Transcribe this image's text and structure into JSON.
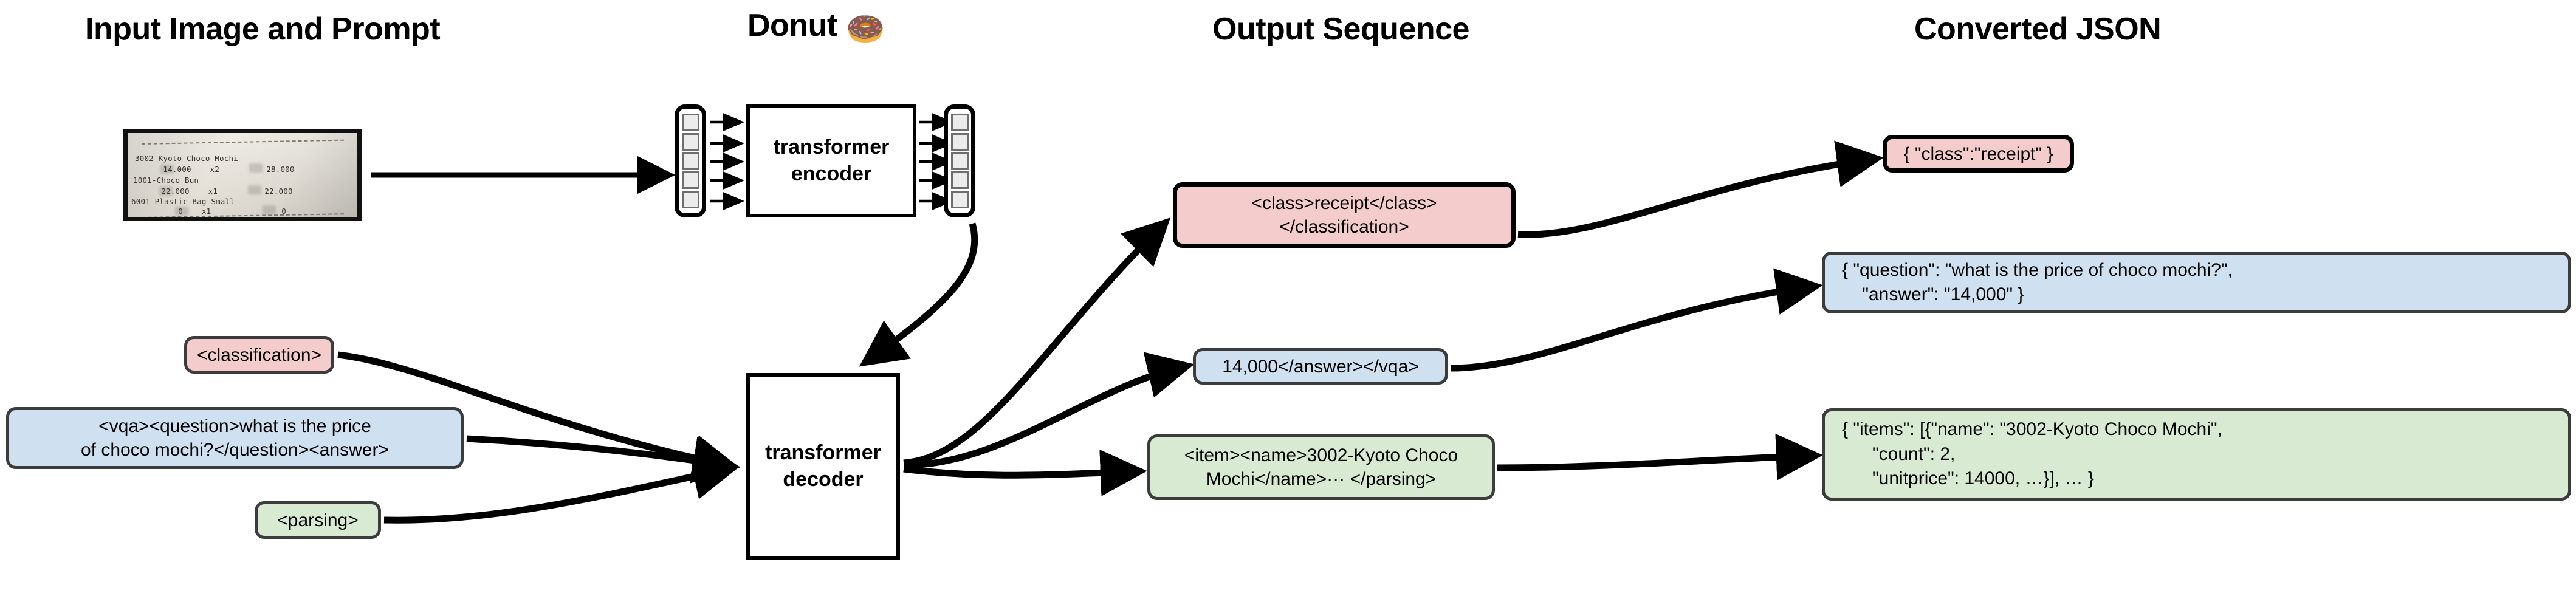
{
  "columns": {
    "input": "Input Image and Prompt",
    "model": "Donut",
    "model_emoji": "🍩",
    "output": "Output Sequence",
    "json": "Converted JSON"
  },
  "receipt": {
    "lines": [
      "3002-Kyoto Choco Mochi",
      "      14.000    x2          28.000",
      "1001-Choco Bun",
      "      22.000    x1          22.000",
      "6001-Plastic Bag Small",
      "          0    x1               0"
    ],
    "items": [
      {
        "name": "3002-Kyoto Choco Mochi",
        "unitprice": "14.000",
        "count": "x2",
        "price": "28.000"
      },
      {
        "name": "1001-Choco Bun",
        "unitprice": "22.000",
        "count": "x1",
        "price": "22.000"
      },
      {
        "name": "6001-Plastic Bag Small",
        "unitprice": "0",
        "count": "x1",
        "price": "0"
      }
    ]
  },
  "model": {
    "encoder_label": "transformer\nencoder",
    "decoder_label": "transformer\ndecoder"
  },
  "prompts": [
    {
      "id": "classification",
      "text": "<classification>",
      "color": "#f4cccc"
    },
    {
      "id": "vqa",
      "text": "<vqa><question>what is the price\nof choco mochi?</question><answer>",
      "color": "#cfe0f0"
    },
    {
      "id": "parsing",
      "text": "<parsing>",
      "color": "#d9ead3"
    }
  ],
  "output_sequence": [
    {
      "id": "classification",
      "text": "<class>receipt</class>\n</classification>",
      "color": "#f4cccc"
    },
    {
      "id": "vqa",
      "text": "14,000</answer></vqa>",
      "color": "#cfe0f0"
    },
    {
      "id": "parsing",
      "text": "<item><name>3002-Kyoto Choco\nMochi</name>··· </parsing>",
      "color": "#d9ead3"
    }
  ],
  "converted_json": [
    {
      "id": "classification",
      "text": "{ \"class\":\"receipt\" }",
      "color": "#f4cccc"
    },
    {
      "id": "vqa",
      "text": "{ \"question\": \"what is the price of choco mochi?\",\n    \"answer\": \"14,000\" }",
      "color": "#cfe0f0"
    },
    {
      "id": "parsing",
      "text": "{ \"items\": [{\"name\": \"3002-Kyoto Choco Mochi\",\n      \"count\": 2,\n      \"unitprice\": 14000, …}], … }",
      "color": "#d9ead3"
    }
  ],
  "colors": {
    "pink": "#f4cccc",
    "blue": "#cfe0f0",
    "green": "#d9ead3",
    "outline": "#3c3c3c",
    "stroke": "#000000",
    "token_fill": "#ececec"
  }
}
